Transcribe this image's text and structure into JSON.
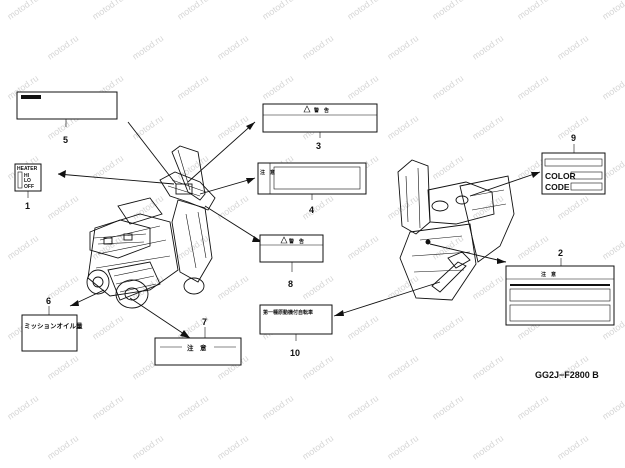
{
  "watermark": "motod.ru",
  "drawing_code": "GG2J−F2800 B",
  "callouts": [
    {
      "num": "1",
      "part": "heater-switch-label"
    },
    {
      "num": "2",
      "part": "caution-label-rear"
    },
    {
      "num": "3",
      "part": "warning-label"
    },
    {
      "num": "4",
      "part": "caution-label-side"
    },
    {
      "num": "5",
      "part": "plate-label"
    },
    {
      "num": "6",
      "part": "mission-oil-label"
    },
    {
      "num": "7",
      "part": "caution-label-front"
    },
    {
      "num": "8",
      "part": "warning-label-small"
    },
    {
      "num": "9",
      "part": "color-code-label"
    },
    {
      "num": "10",
      "part": "instruction-label"
    }
  ],
  "labels": {
    "heater": "HEATER",
    "hi": "HI",
    "lo": "LO",
    "off": "OFF",
    "color": "COLOR",
    "code": "CODE",
    "mission_oil": "ミッションオイル量",
    "caution": "注　意",
    "caution_jp": "注　意",
    "warning_jp": "警　告",
    "instruction_jp": "第一種原動機付自転車"
  }
}
